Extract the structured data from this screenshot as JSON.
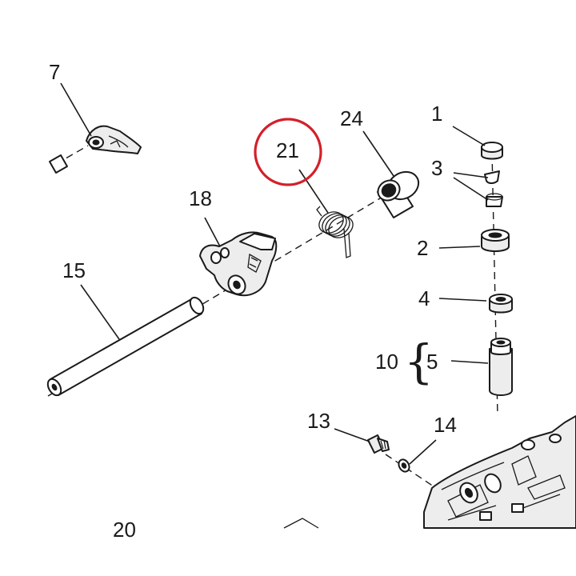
{
  "callouts": [
    {
      "id": "1",
      "text": "1"
    },
    {
      "id": "2",
      "text": "2"
    },
    {
      "id": "3",
      "text": "3"
    },
    {
      "id": "4",
      "text": "4"
    },
    {
      "id": "5",
      "text": "5"
    },
    {
      "id": "7",
      "text": "7"
    },
    {
      "id": "10",
      "text": "10"
    },
    {
      "id": "13",
      "text": "13"
    },
    {
      "id": "14",
      "text": "14"
    },
    {
      "id": "15",
      "text": "15"
    },
    {
      "id": "18",
      "text": "18"
    },
    {
      "id": "20",
      "text": "20"
    },
    {
      "id": "21",
      "text": "21"
    },
    {
      "id": "24",
      "text": "24"
    }
  ],
  "group_brace": "{",
  "colors": {
    "highlight_ring": "#d3202a",
    "ink": "#1a1a1a",
    "background": "#ffffff"
  },
  "highlighted_part": "21"
}
